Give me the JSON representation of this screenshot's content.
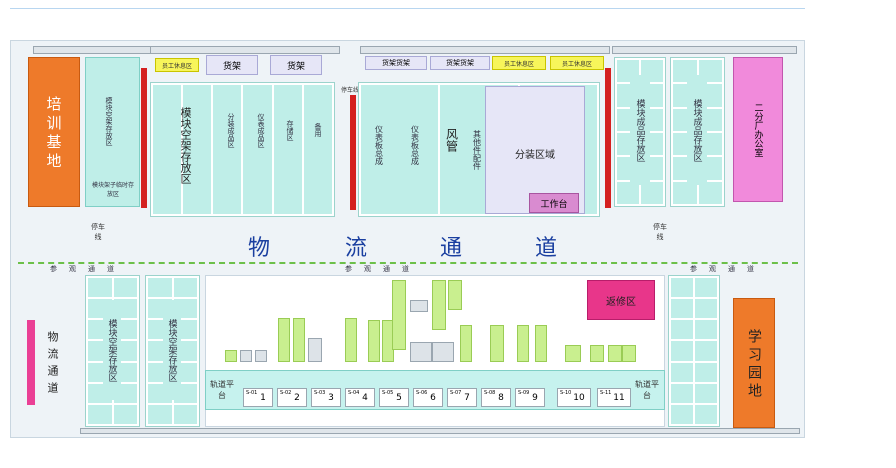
{
  "main_road": [
    "物",
    "流",
    "通",
    "道"
  ],
  "left_road": [
    "物",
    "流",
    "通",
    "道"
  ],
  "zones": {
    "training": [
      "培",
      "训",
      "基",
      "地"
    ],
    "study": [
      "学",
      "习",
      "园",
      "地"
    ],
    "office": "二分厂办公室",
    "module_rack_big": "模块空架存放区",
    "module_rack": "模块空架存放区",
    "module_product": "模块成品存放区",
    "module_left_small": "模块空架存放区",
    "rack_temp": "模块架子临时存放区",
    "repair": "返修区",
    "workbench": "工作台",
    "pack_zone": "分装区域",
    "duct": "风管",
    "other_parts": "其他件配件",
    "panel1": "仪表板总成",
    "panel2": "仪表板总成",
    "shelf1": "分装成品区",
    "shelf2": "仪表成品区",
    "shelf3": "存储区",
    "shelf4": "备用"
  },
  "cargo_labels": [
    "货架",
    "货架"
  ],
  "top_shelves": [
    "货架货架",
    "货架货架"
  ],
  "staff_rest": [
    "员工休息区",
    "员工休息区",
    "员工休息区"
  ],
  "stop_line": [
    "停车线",
    "停车线",
    "停车线"
  ],
  "walkway": [
    "参",
    "观",
    "通",
    "道"
  ],
  "track_platform": "轨道平台",
  "stations": [
    "1",
    "2",
    "3",
    "4",
    "5",
    "6",
    "7",
    "8",
    "9",
    "10",
    "11"
  ],
  "station_codes": [
    "S-01",
    "S-02",
    "S-03",
    "S-04",
    "S-05",
    "S-06",
    "S-07",
    "S-08",
    "S-09",
    "S-10",
    "S-11"
  ]
}
